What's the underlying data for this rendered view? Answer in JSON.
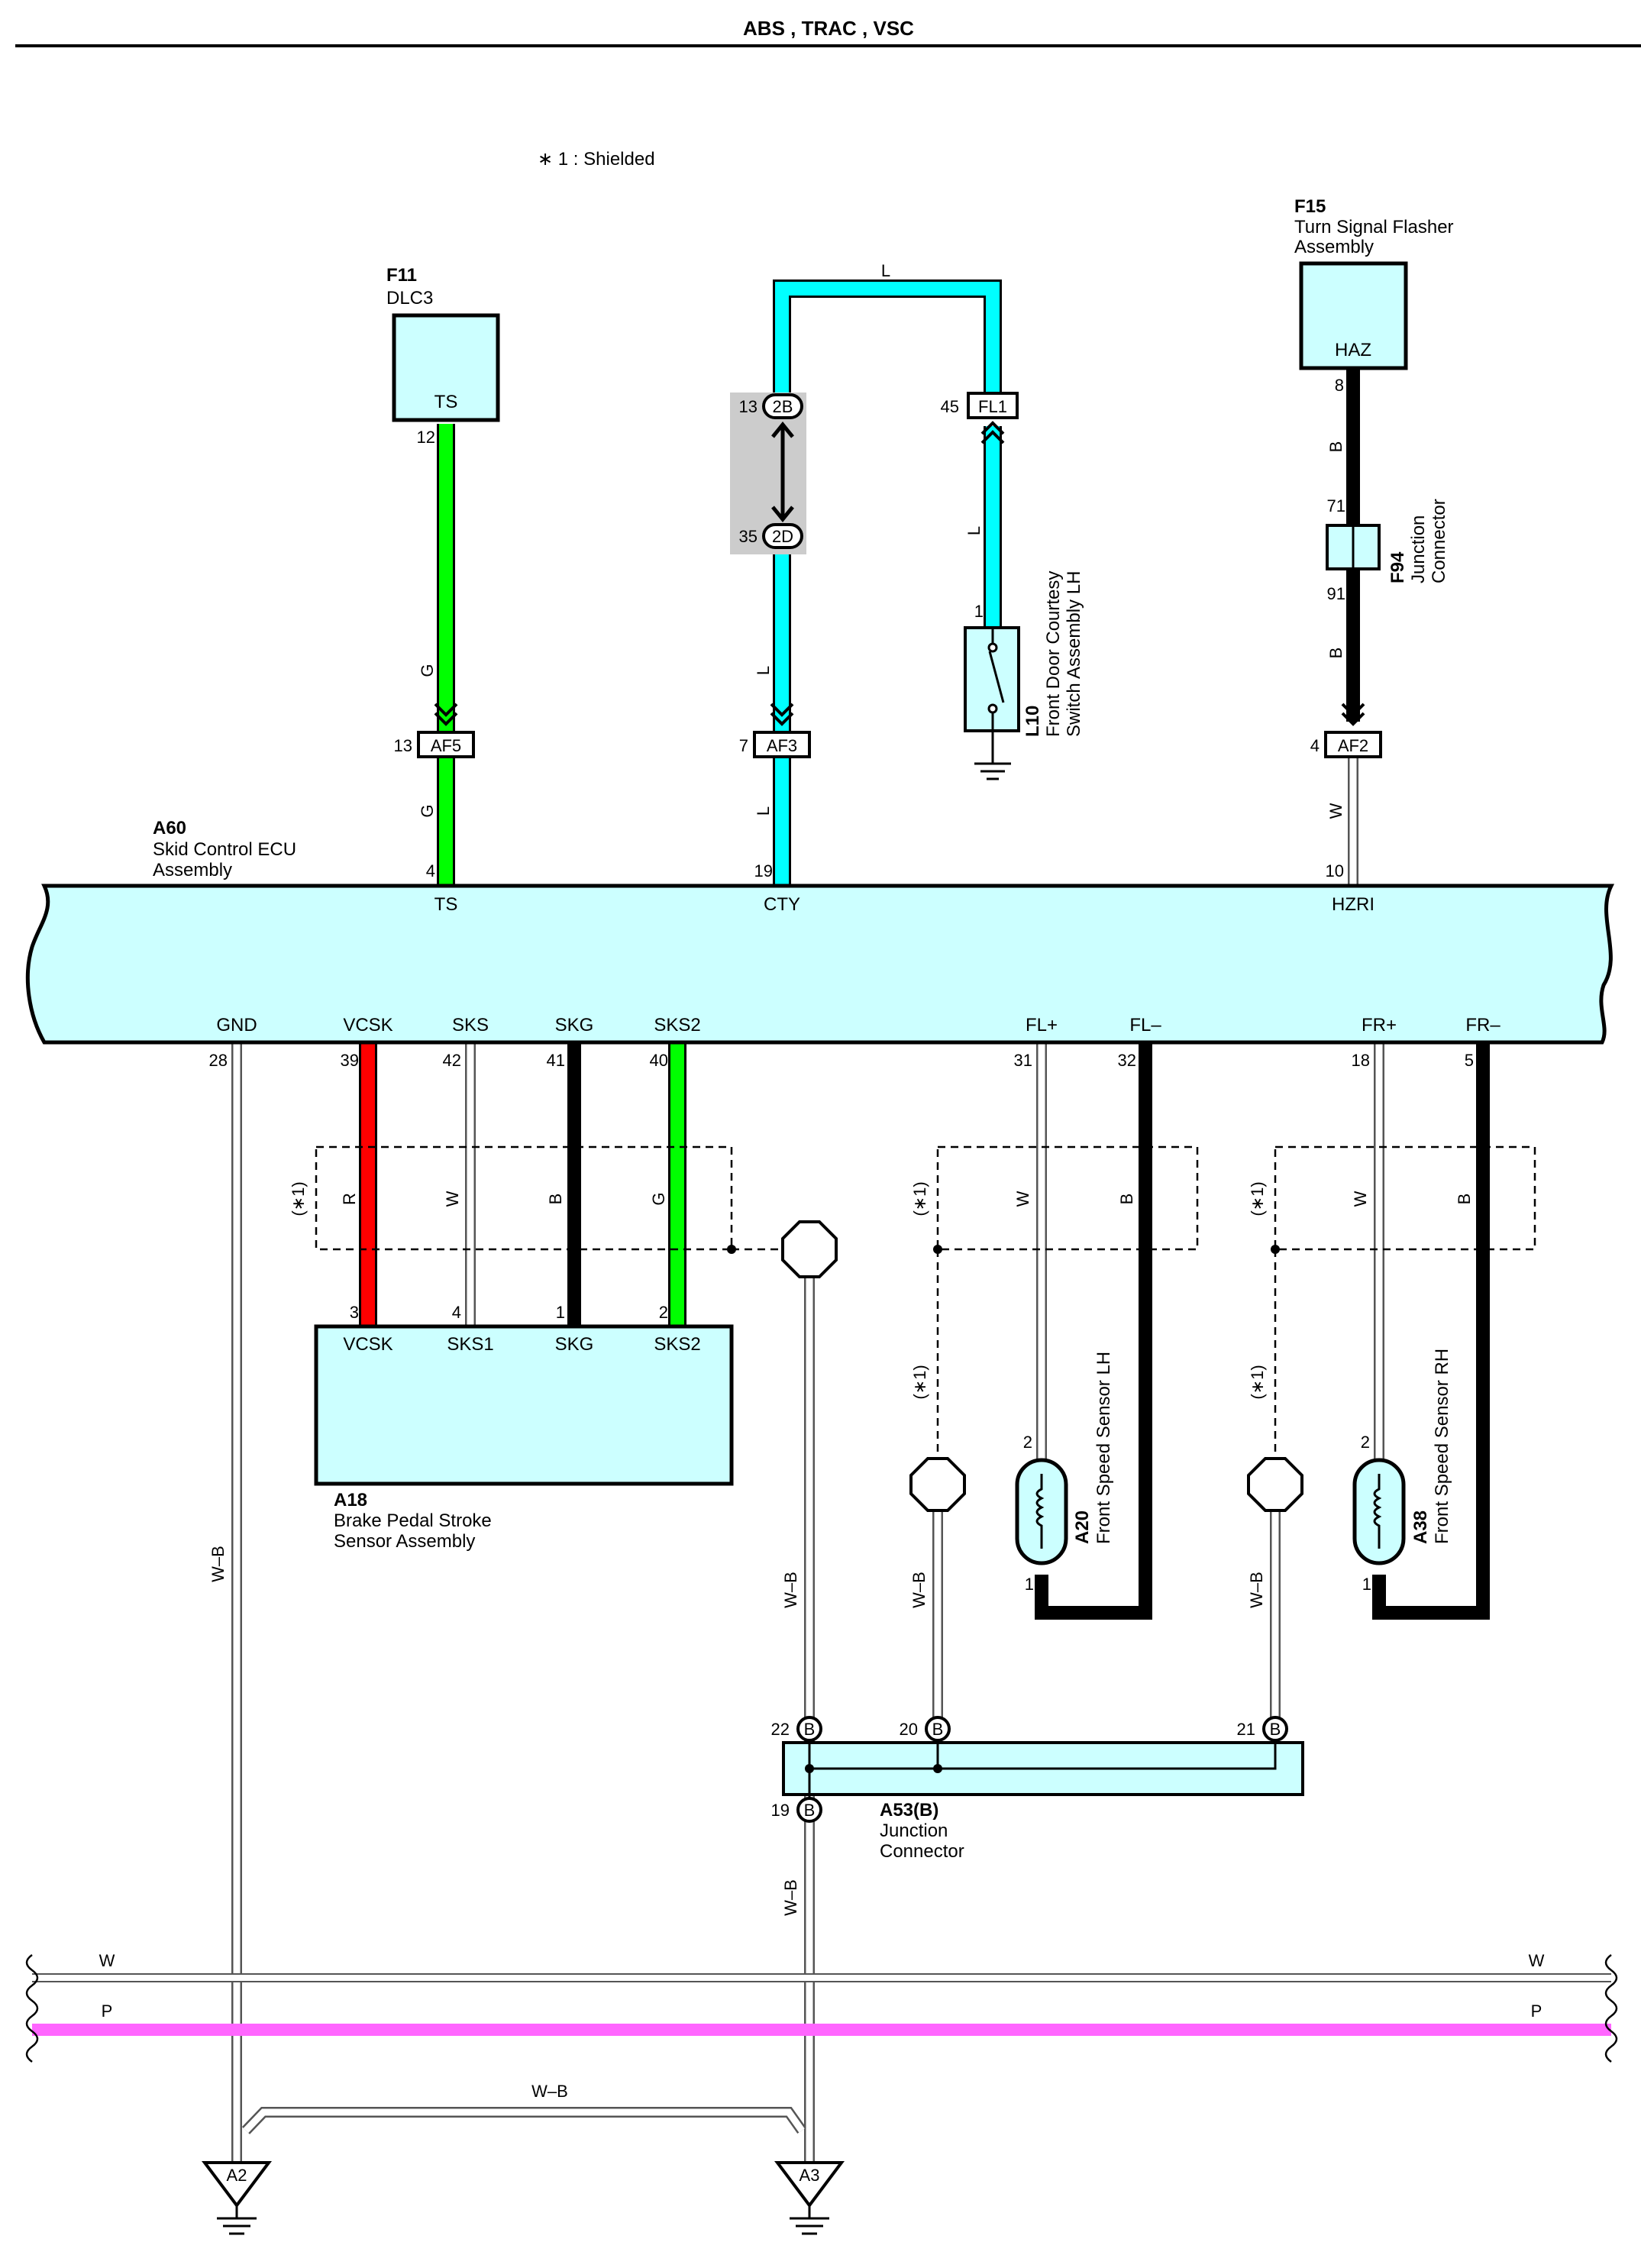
{
  "title": "ABS , TRAC , VSC",
  "note": "∗ 1 :  Shielded",
  "colors": {
    "light_blue": "#00ffff",
    "green": "#00ff00",
    "red": "#ff0000",
    "pink": "#ff66ff",
    "box_fill": "#ccffff",
    "shade": "#cccccc"
  },
  "components": {
    "f11": {
      "id": "F11",
      "name": "DLC3",
      "terminal": "TS"
    },
    "f15": {
      "id": "F15",
      "name1": "Turn Signal Flasher",
      "name2": "Assembly",
      "terminal": "HAZ"
    },
    "f94": {
      "id": "F94",
      "name1": "Junction",
      "name2": "Connector"
    },
    "l10": {
      "id": "L10",
      "name1": "Front Door Courtesy",
      "name2": "Switch Assembly LH"
    },
    "a60": {
      "id": "A60",
      "name1": "Skid Control ECU",
      "name2": "Assembly"
    },
    "a18": {
      "id": "A18",
      "name1": "Brake Pedal Stroke",
      "name2": "Sensor Assembly"
    },
    "a20": {
      "id": "A20",
      "name": "Front Speed Sensor LH"
    },
    "a38": {
      "id": "A38",
      "name": "Front Speed Sensor RH"
    },
    "a53": {
      "id": "A53(B)",
      "name1": "Junction",
      "name2": "Connector"
    },
    "a2": {
      "id": "A2"
    },
    "a3": {
      "id": "A3"
    }
  },
  "ecu_top_terminals": [
    {
      "name": "TS",
      "pin": "4"
    },
    {
      "name": "CTY",
      "pin": "19"
    },
    {
      "name": "HZRI",
      "pin": "10"
    }
  ],
  "ecu_bottom_terminals": [
    {
      "name": "GND",
      "pin": "28"
    },
    {
      "name": "VCSK",
      "pin": "39"
    },
    {
      "name": "SKS",
      "pin": "42"
    },
    {
      "name": "SKG",
      "pin": "41"
    },
    {
      "name": "SKS2",
      "pin": "40"
    },
    {
      "name": "FL+",
      "pin": "31"
    },
    {
      "name": "FL–",
      "pin": "32"
    },
    {
      "name": "FR+",
      "pin": "18"
    },
    {
      "name": "FR–",
      "pin": "5"
    }
  ],
  "a18_terminals": [
    {
      "name": "VCSK",
      "pin": "3"
    },
    {
      "name": "SKS1",
      "pin": "4"
    },
    {
      "name": "SKG",
      "pin": "1"
    },
    {
      "name": "SKS2",
      "pin": "2"
    }
  ],
  "connectors": {
    "af5": "AF5",
    "af5_pin": "13",
    "af3": "AF3",
    "af3_pin": "7",
    "af2": "AF2",
    "af2_pin": "4",
    "fl1": "FL1",
    "fl1_pin": "45",
    "c2b": "2B",
    "c2b_pin": "13",
    "c2d": "2D",
    "c2d_pin": "35",
    "b": "B",
    "a53_pins": [
      "22",
      "20",
      "21",
      "19"
    ]
  },
  "pins": {
    "f11_ts": "12",
    "f15_haz": "8",
    "f94_in": "71",
    "f94_out": "91",
    "l10": "1",
    "a20_top": "2",
    "a20_bot": "1",
    "a38_top": "2",
    "a38_bot": "1"
  },
  "wire_colors": {
    "g": "G",
    "l": "L",
    "b": "B",
    "w": "W",
    "r": "R",
    "wb": "W–B",
    "p": "P"
  },
  "shield_label": "(∗1)"
}
